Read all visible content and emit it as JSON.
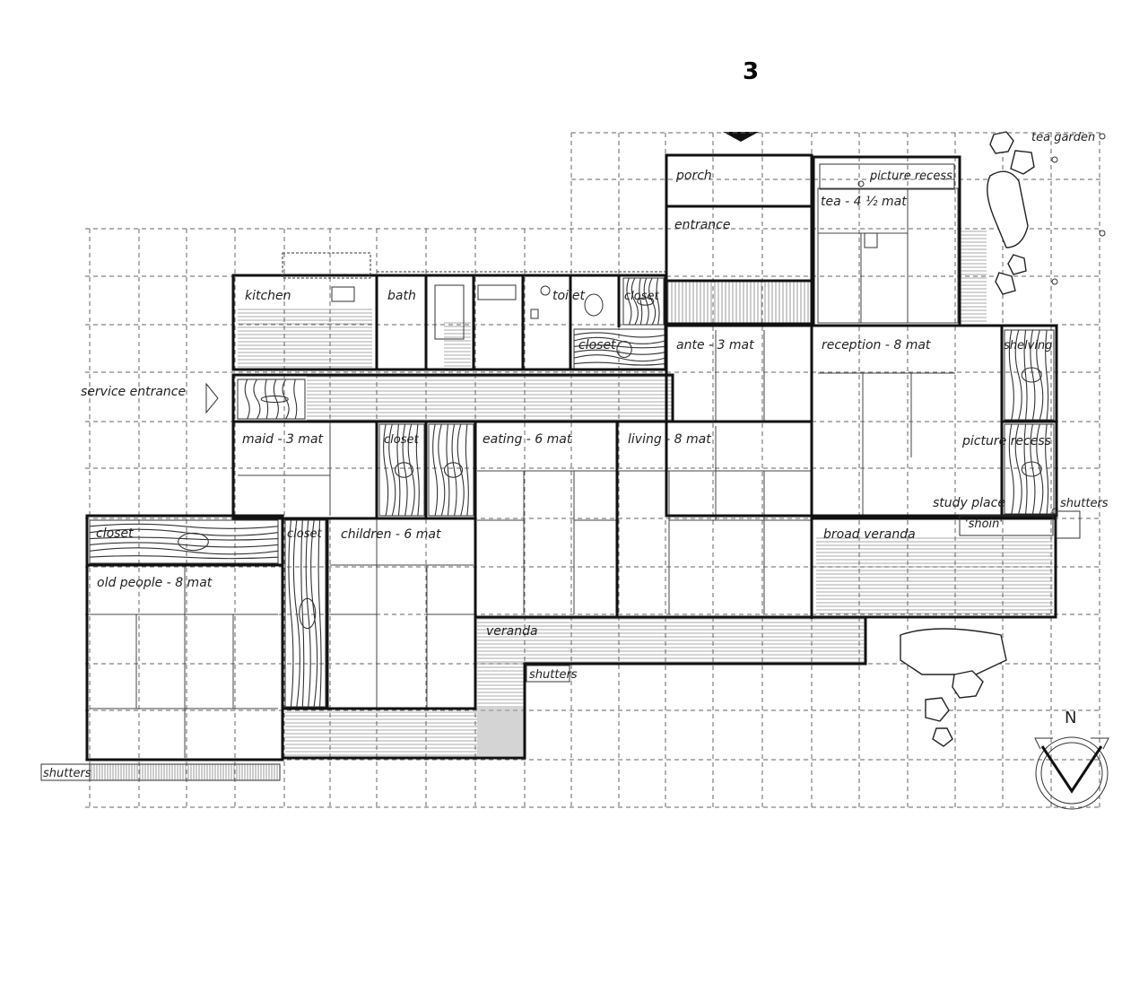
{
  "page_marker": "3",
  "rooms": {
    "tea_garden": "tea garden",
    "porch": "porch",
    "picture_recess_tea": "picture recess",
    "tea_room": "tea - 4 ½ mat",
    "entrance": "entrance",
    "kitchen": "kitchen",
    "bath": "bath",
    "toilet": "toilet",
    "closet_toilet": "closet",
    "closet_ante": "closet",
    "ante": "ante - 3 mat",
    "reception": "reception - 8 mat",
    "shelving": "shelving",
    "service_entrance": "service entrance",
    "maid": "maid - 3 mat",
    "closet_maid": "closet",
    "eating": "eating - 6 mat",
    "living": "living - 8 mat",
    "picture_recess_reception": "picture  recess",
    "study_place": "study place",
    "shoin": "'shoin'",
    "shutters_east": "shutters",
    "closet_old": "closet",
    "closet_children": "closet",
    "children": "children - 6 mat",
    "broad_veranda": "broad veranda",
    "old_people": "old people - 8 mat",
    "veranda": "veranda",
    "shutters_south": "shutters",
    "shutters_west": "shutters",
    "north": "N"
  }
}
